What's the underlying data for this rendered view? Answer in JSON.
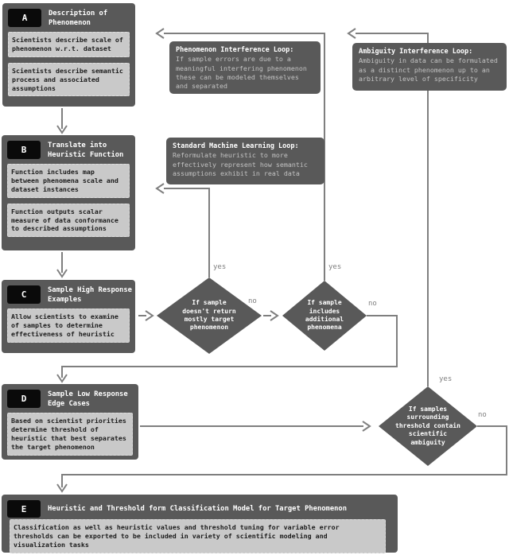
{
  "diagram": {
    "boxes": {
      "A": {
        "label": "A",
        "title": "Description of\nPhenomenon",
        "items": [
          "Scientists describe scale of\nphenomenon w.r.t. dataset",
          "Scientists describe semantic\nprocess and associated\nassumptions"
        ]
      },
      "B": {
        "label": "B",
        "title": "Translate into\nHeuristic Function",
        "items": [
          "Function includes map\nbetween phenomena scale and\ndataset instances",
          "Function outputs scalar\nmeasure of data conformance\nto described assumptions"
        ]
      },
      "C": {
        "label": "C",
        "title": "Sample High Response\nExamples",
        "items": [
          "Allow scientists to examine\nof samples to determine\neffectiveness of heuristic"
        ]
      },
      "D": {
        "label": "D",
        "title": "Sample Low Response\nEdge Cases",
        "items": [
          "Based on scientist priorities\ndetermine threshold of\nheuristic that best separates\nthe target phenomenon"
        ]
      },
      "E": {
        "label": "E",
        "title": "Heuristic and Threshold form Classification Model for Target Phenomenon",
        "items": [
          "Classification as well as heuristic values and threshold tuning for variable error\nthresholds can be exported to be included in variety of scientific modeling and\nvisualization tasks"
        ]
      }
    },
    "loops": {
      "phenomenon": {
        "title": "Phenomenon Interference Loop:",
        "body": "If sample errors are due to a\nmeaningful interfering phenomenon\nthese can be modeled themselves\nand separated"
      },
      "ml": {
        "title": "Standard Machine Learning Loop:",
        "body": "Reformulate heuristic to more\neffectively represent how semantic\nassumptions exhibit in real data"
      },
      "ambiguity": {
        "title": "Ambiguity Interference Loop:",
        "body": "Ambiguity in data can be formulated\nas a distinct phenomenon up to an\narbitrary level of specificity"
      }
    },
    "decisions": {
      "d1": "If sample\ndoesn't return\nmostly target\nphenomenon",
      "d2": "If sample\nincludes\nadditional\nphenomena",
      "d3": "If samples\nsurrounding\nthreshold contain\nscientific\nambiguity"
    },
    "labels": {
      "yes": "yes",
      "no": "no"
    },
    "colors": {
      "box_dark": "#595959",
      "box_light": "#c9c9c9",
      "chip_black": "#0a0a0a",
      "line_gray": "#7f7f7f"
    }
  }
}
